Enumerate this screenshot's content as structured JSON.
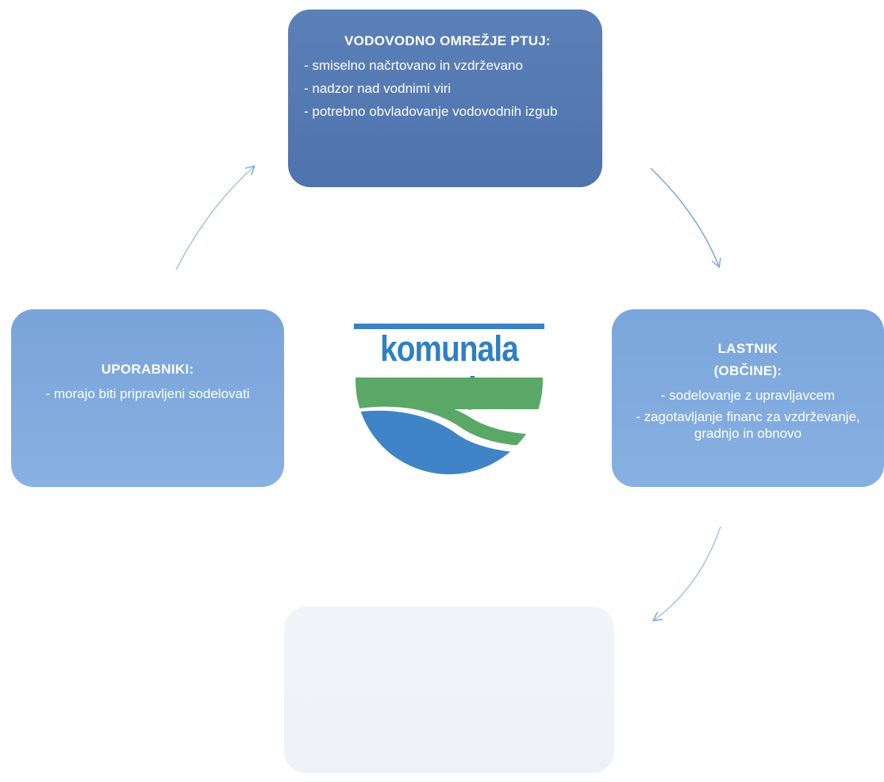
{
  "cards": {
    "top": {
      "title": "VODOVODNO OMREŽJE PTUJ:",
      "lines": [
        "- smiselno načrtovano in vzdrževano",
        "- nadzor nad vodnimi viri",
        "- potrebno obvladovanje vodovodnih izgub"
      ]
    },
    "left": {
      "title": "UPORABNIKI:",
      "lines": [
        "- morajo biti pripravljeni sodelovati"
      ]
    },
    "right": {
      "title_line1": "LASTNIK",
      "title_line2": "(OBČINE):",
      "lines": [
        "- sodelovanje z upravljavcem",
        "- zagotavljanje financ za vzdrževanje, gradnjo in obnovo"
      ]
    }
  },
  "logo": {
    "text": "komunala ptuj"
  },
  "colors": {
    "top_card": "#5377b0",
    "side_cards": "#80abde",
    "bottom_card": "#eff3f8",
    "arrow": "#7aa7d6",
    "logo_blue": "#2f7fc4",
    "logo_green": "#5aa867"
  }
}
